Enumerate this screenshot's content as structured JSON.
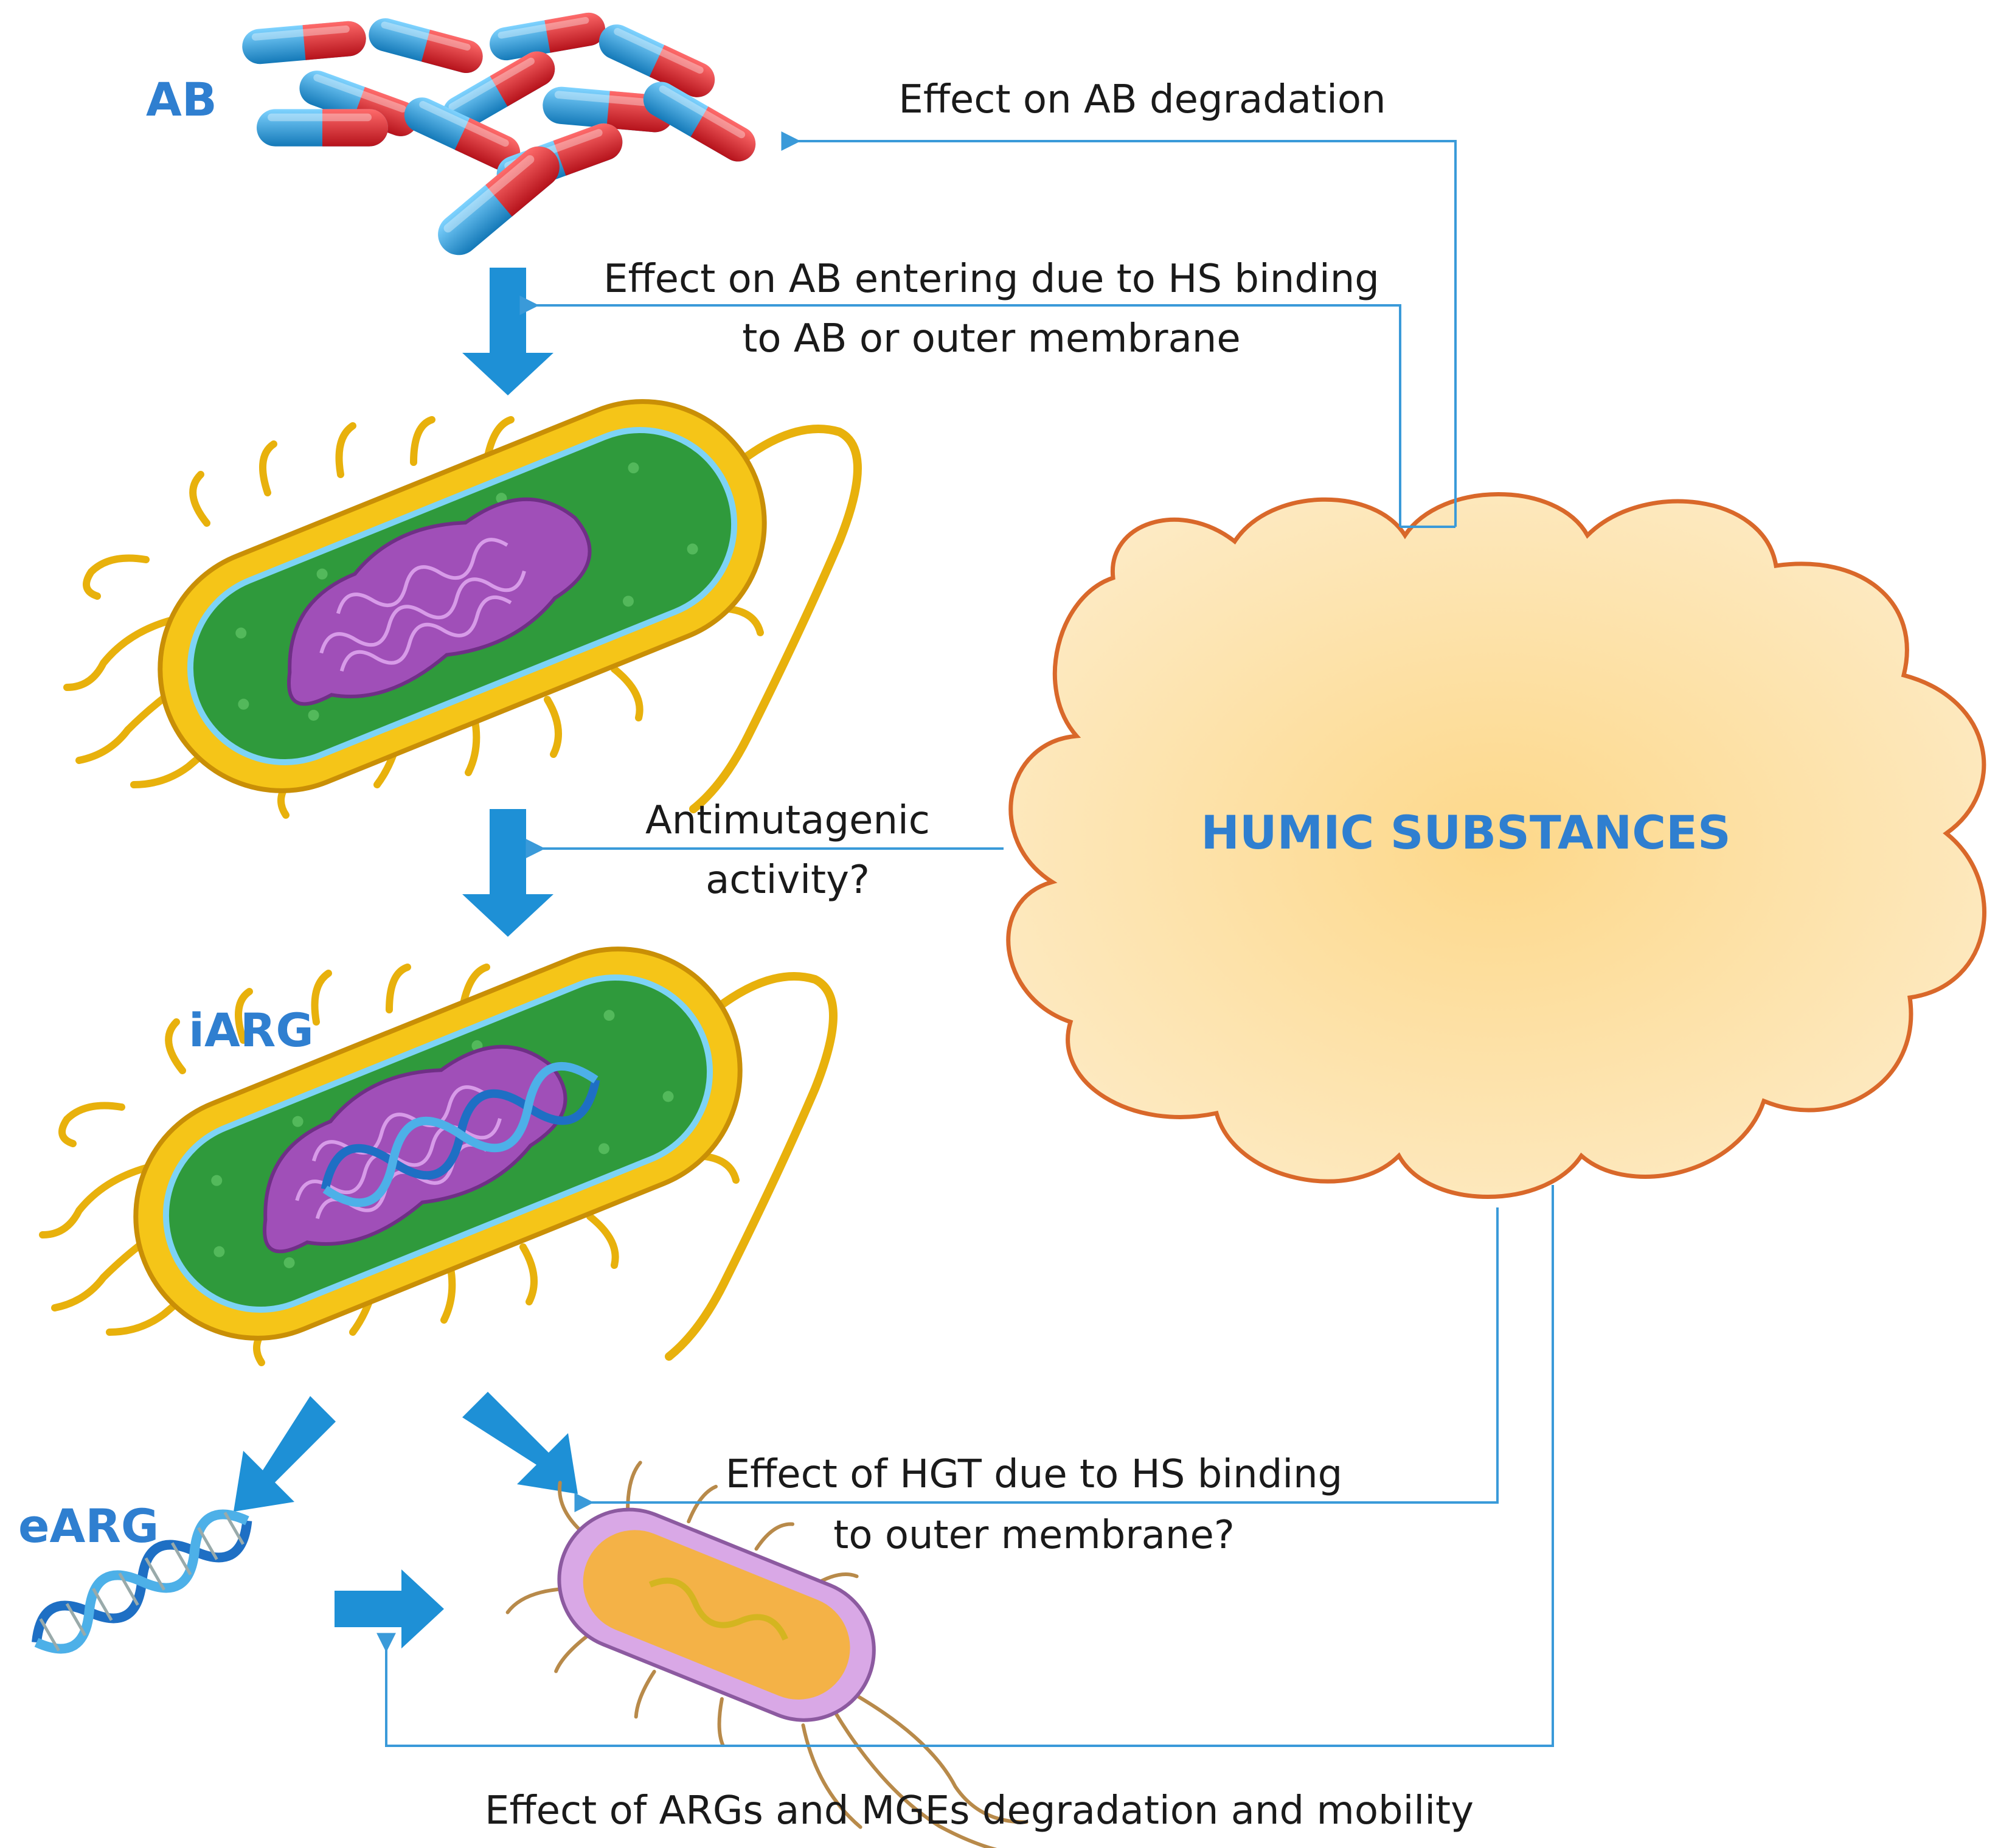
{
  "labels": {
    "ab": "AB",
    "iarg": "iARG",
    "earg": "eARG",
    "humic": "HUMIC SUBSTANCES"
  },
  "effects": {
    "degradation": "Effect on AB degradation",
    "entering_line1": "Effect on AB entering due to HS binding",
    "entering_line2": "to AB or outer membrane",
    "antimutagenic_line1": "Antimutagenic",
    "antimutagenic_line2": "activity?",
    "hgt_line1": "Effect of HGT due to HS binding",
    "hgt_line2": "to outer membrane?",
    "args_mges": "Effect of ARGs and MGEs degradation and mobility"
  },
  "colors": {
    "label_blue": "#2f7fd0",
    "arrow_blue": "#1e90d6",
    "line_blue": "#3a9ad9",
    "cloud_fill": "#fde3a7",
    "cloud_stroke": "#d9682a",
    "capsule_red": "#e4232b",
    "capsule_blue": "#29a6e6",
    "cell_yellow": "#f5c518",
    "cell_green": "#2e9e3e",
    "nucleoid_purple": "#9b4fb5",
    "dna_blue": "#1e6fc4"
  }
}
